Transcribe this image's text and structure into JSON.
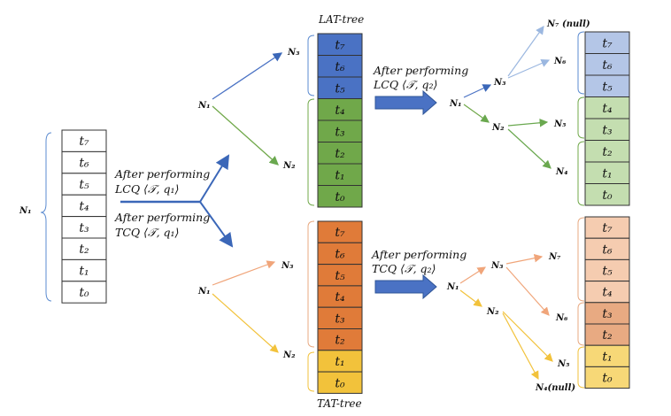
{
  "titles": {
    "lat_tree": "LAT-tree",
    "tat_tree": "TAT-tree"
  },
  "captions": {
    "lcq_q1_l1": "After performing",
    "lcq_q1_l2": "LCQ ⟨𝒯, q₁⟩",
    "tcq_q1_l1": "After performing",
    "tcq_q1_l2": "TCQ ⟨𝒯, q₁⟩",
    "lcq_q2_l1": "After performing",
    "lcq_q2_l2": "LCQ ⟨𝒯, q₂⟩",
    "tcq_q2_l1": "After performing",
    "tcq_q2_l2": "TCQ ⟨𝒯, q₂⟩"
  },
  "nodes": {
    "left_n1": "N₁",
    "lat_n1": "N₁",
    "lat_n2": "N₂",
    "lat_n3": "N₃",
    "tat_n1": "N₁",
    "tat_n2": "N₂",
    "tat_n3": "N₃",
    "lat2_n1": "N₁",
    "lat2_n2": "N₂",
    "lat2_n3": "N₃",
    "lat2_n4": "N₄",
    "lat2_n5": "N₅",
    "lat2_n6": "N₆",
    "lat2_n7": "N₇ (null)",
    "tat2_n1": "N₁",
    "tat2_n2": "N₂",
    "tat2_n3": "N₃",
    "tat2_n4": "N₄(null)",
    "tat2_n5": "N₅",
    "tat2_n6": "N₆",
    "tat2_n7": "N₇"
  },
  "cells": [
    "t₇",
    "t₆",
    "t₅",
    "t₄",
    "t₃",
    "t₂",
    "t₁",
    "t₀"
  ],
  "colors": {
    "lat_blue": "#4a72c4",
    "lat_green": "#70a84a",
    "tat_orange": "#e07b39",
    "tat_yellow": "#f2c23b",
    "lat2_blue": "#b4c6e7",
    "lat2_green": "#c4deb0",
    "tat2_peach": "#f5ccb0",
    "tat2_tan": "#e8aa82",
    "tat2_yellow": "#f7d877",
    "brace": "#5b8bd0",
    "arrow_blue": "#3b67b8"
  }
}
